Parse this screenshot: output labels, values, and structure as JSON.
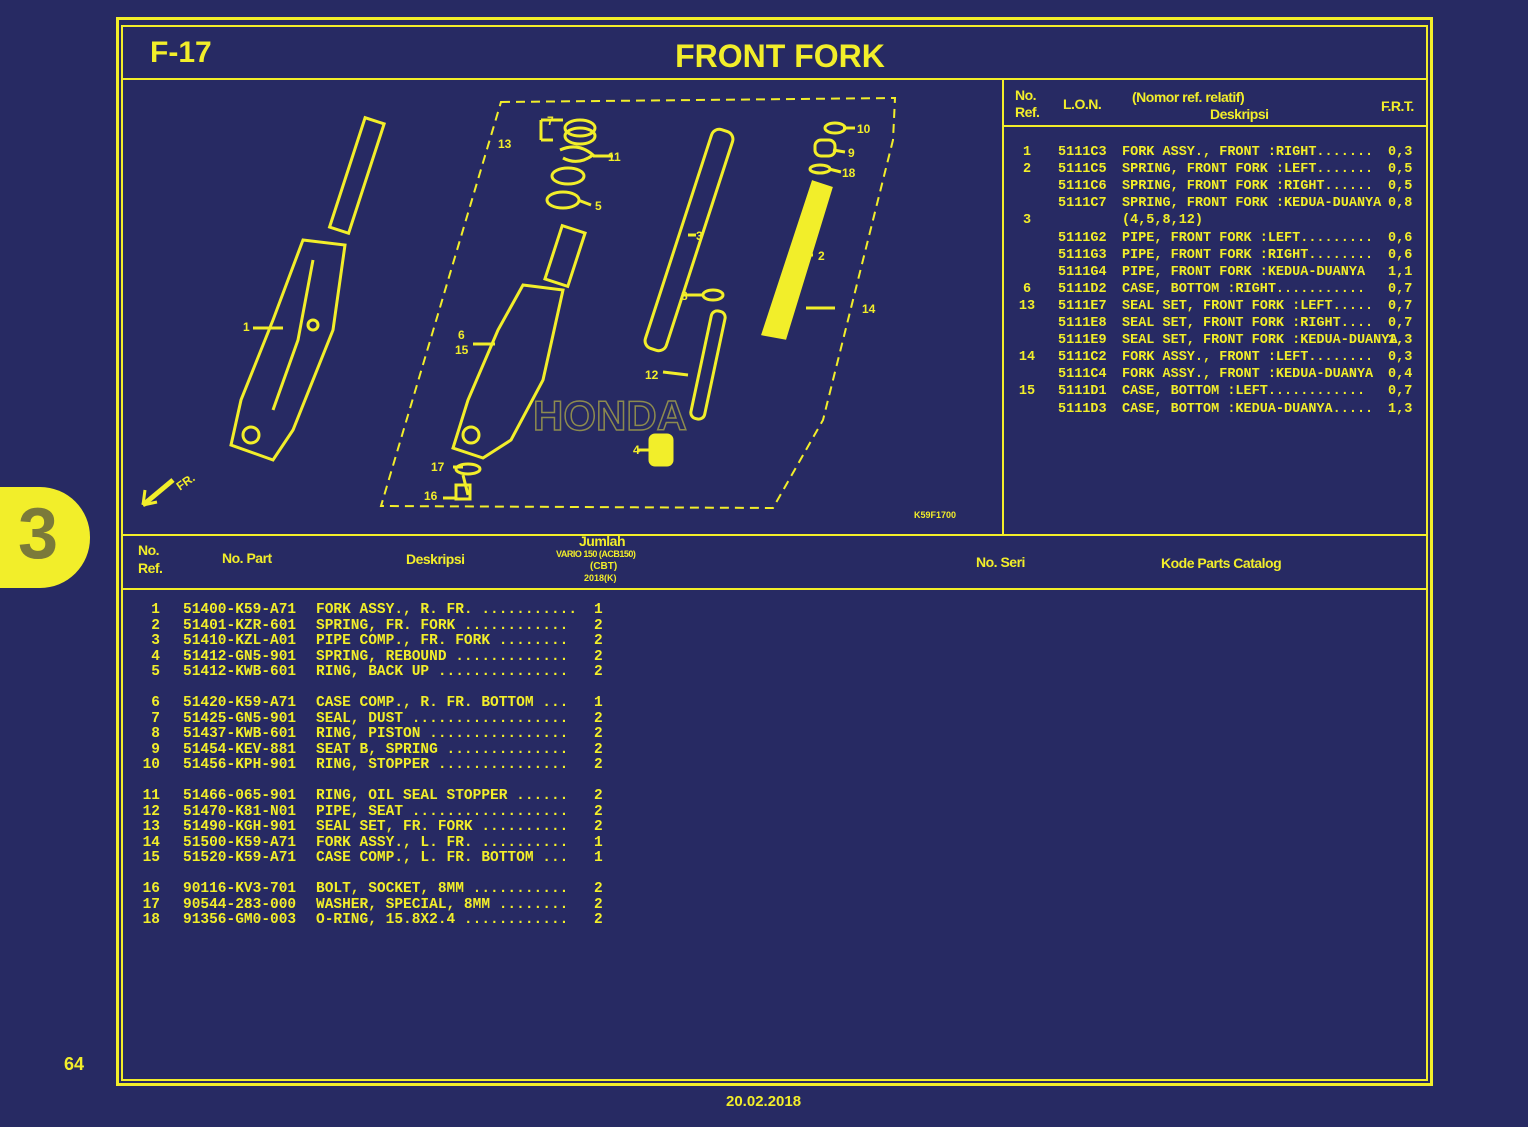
{
  "page": {
    "code": "F-17",
    "title": "FRONT FORK",
    "section_tab": "3",
    "page_number": "64",
    "date": "20.02.2018",
    "diagram_code": "K59F1700"
  },
  "right_table": {
    "headers": {
      "no_ref": "No.\nRef.",
      "lon": "L.O.N.",
      "desc_top": "(Nomor ref. relatif)",
      "desc": "Deskripsi",
      "frt": "F.R.T."
    },
    "rows": [
      {
        "ref": "1",
        "lon": "5111C3",
        "desc": "FORK ASSY., FRONT :RIGHT.......",
        "frt": "0,3"
      },
      {
        "ref": "2",
        "lon": "5111C5",
        "desc": "SPRING, FRONT FORK :LEFT.......",
        "frt": "0,5"
      },
      {
        "ref": "",
        "lon": "5111C6",
        "desc": "SPRING, FRONT FORK :RIGHT......",
        "frt": "0,5"
      },
      {
        "ref": "",
        "lon": "5111C7",
        "desc": "SPRING, FRONT FORK :KEDUA-DUANYA",
        "frt": "0,8"
      },
      {
        "ref": "3",
        "lon": "",
        "desc": "(4,5,8,12)",
        "frt": ""
      },
      {
        "ref": "",
        "lon": "5111G2",
        "desc": "PIPE, FRONT FORK :LEFT.........",
        "frt": "0,6"
      },
      {
        "ref": "",
        "lon": "5111G3",
        "desc": "PIPE, FRONT FORK :RIGHT........",
        "frt": "0,6"
      },
      {
        "ref": "",
        "lon": "5111G4",
        "desc": "PIPE, FRONT FORK :KEDUA-DUANYA ",
        "frt": "1,1"
      },
      {
        "ref": "6",
        "lon": "5111D2",
        "desc": "CASE, BOTTOM :RIGHT...........",
        "frt": "0,7"
      },
      {
        "ref": "13",
        "lon": "5111E7",
        "desc": "SEAL SET, FRONT FORK :LEFT.....",
        "frt": "0,7"
      },
      {
        "ref": "",
        "lon": "5111E8",
        "desc": "SEAL SET, FRONT FORK :RIGHT....",
        "frt": "0,7"
      },
      {
        "ref": "",
        "lon": "5111E9",
        "desc": "SEAL SET, FRONT FORK :KEDUA-DUANYA",
        "frt": "1,3"
      },
      {
        "ref": "14",
        "lon": "5111C2",
        "desc": "FORK ASSY., FRONT :LEFT........",
        "frt": "0,3"
      },
      {
        "ref": "",
        "lon": "5111C4",
        "desc": "FORK ASSY., FRONT :KEDUA-DUANYA",
        "frt": "0,4"
      },
      {
        "ref": "15",
        "lon": "5111D1",
        "desc": "CASE, BOTTOM :LEFT............",
        "frt": "0,7"
      },
      {
        "ref": "",
        "lon": "5111D3",
        "desc": "CASE, BOTTOM :KEDUA-DUANYA.....",
        "frt": "1,3"
      }
    ]
  },
  "bottom_table": {
    "headers": {
      "no_ref": "No.\nRef.",
      "no_part": "No. Part",
      "desc": "Deskripsi",
      "jumlah": "Jumlah",
      "model": "VARIO 150 (ACB150)",
      "model_code": "(CBT)",
      "year": "2018(K)",
      "no_seri": "No. Seri",
      "kode": "Kode Parts Catalog"
    },
    "groups": [
      [
        {
          "ref": "1",
          "part": "51400-K59-A71",
          "desc": "FORK ASSY., R. FR. ...........",
          "qty": "1"
        },
        {
          "ref": "2",
          "part": "51401-KZR-601",
          "desc": "SPRING, FR. FORK ............",
          "qty": "2"
        },
        {
          "ref": "3",
          "part": "51410-KZL-A01",
          "desc": "PIPE COMP., FR. FORK ........",
          "qty": "2"
        },
        {
          "ref": "4",
          "part": "51412-GN5-901",
          "desc": "SPRING, REBOUND .............",
          "qty": "2"
        },
        {
          "ref": "5",
          "part": "51412-KWB-601",
          "desc": "RING, BACK UP ...............",
          "qty": "2"
        }
      ],
      [
        {
          "ref": "6",
          "part": "51420-K59-A71",
          "desc": "CASE COMP., R. FR. BOTTOM ...",
          "qty": "1"
        },
        {
          "ref": "7",
          "part": "51425-GN5-901",
          "desc": "SEAL, DUST ..................",
          "qty": "2"
        },
        {
          "ref": "8",
          "part": "51437-KWB-601",
          "desc": "RING, PISTON ................",
          "qty": "2"
        },
        {
          "ref": "9",
          "part": "51454-KEV-881",
          "desc": "SEAT B, SPRING ..............",
          "qty": "2"
        },
        {
          "ref": "10",
          "part": "51456-KPH-901",
          "desc": "RING, STOPPER ...............",
          "qty": "2"
        }
      ],
      [
        {
          "ref": "11",
          "part": "51466-065-901",
          "desc": "RING, OIL SEAL STOPPER ......",
          "qty": "2"
        },
        {
          "ref": "12",
          "part": "51470-K81-N01",
          "desc": "PIPE, SEAT ..................",
          "qty": "2"
        },
        {
          "ref": "13",
          "part": "51490-KGH-901",
          "desc": "SEAL SET, FR. FORK ..........",
          "qty": "2"
        },
        {
          "ref": "14",
          "part": "51500-K59-A71",
          "desc": "FORK ASSY., L. FR. ..........",
          "qty": "1"
        },
        {
          "ref": "15",
          "part": "51520-K59-A71",
          "desc": "CASE COMP., L. FR. BOTTOM ...",
          "qty": "1"
        }
      ],
      [
        {
          "ref": "16",
          "part": "90116-KV3-701",
          "desc": "BOLT, SOCKET, 8MM ...........",
          "qty": "2"
        },
        {
          "ref": "17",
          "part": "90544-283-000",
          "desc": "WASHER, SPECIAL, 8MM ........",
          "qty": "2"
        },
        {
          "ref": "18",
          "part": "91356-GM0-003",
          "desc": "O-RING, 15.8X2.4 ............",
          "qty": "2"
        }
      ]
    ]
  },
  "diagram": {
    "callouts": [
      "1",
      "2",
      "3",
      "4",
      "5",
      "6",
      "7",
      "8",
      "9",
      "10",
      "11",
      "12",
      "13",
      "14",
      "15",
      "16",
      "17",
      "18"
    ],
    "direction_label": "FR.",
    "watermark": "HONDA"
  },
  "colors": {
    "background": "#272a63",
    "ink": "#f2ee2a"
  }
}
